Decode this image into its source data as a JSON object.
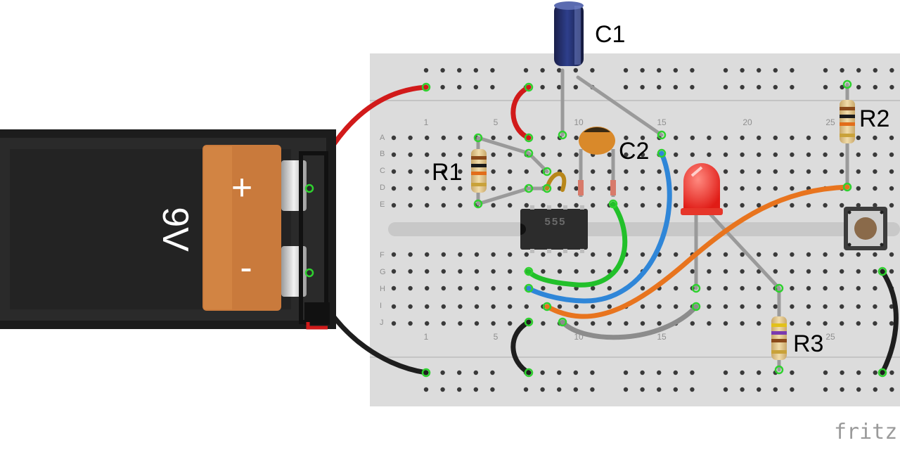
{
  "labels": {
    "c1": "C1",
    "c2": "C2",
    "r1": "R1",
    "r2": "R2",
    "r3": "R3"
  },
  "chip": {
    "label": "555"
  },
  "battery": {
    "label": "9V",
    "plus": "+",
    "minus": "-",
    "body_color": "#1c1c1c",
    "label_color": "#c97a3c"
  },
  "breadboard": {
    "column_numbers": [
      "1",
      "5",
      "10",
      "15",
      "20",
      "25"
    ],
    "rows_top": [
      "A",
      "B",
      "C",
      "D",
      "E"
    ],
    "rows_bottom": [
      "F",
      "G",
      "H",
      "I",
      "J"
    ],
    "bottom_column_numbers": [
      "1",
      "5",
      "10",
      "15",
      "25"
    ]
  },
  "wires": {
    "red": "#d11a1a",
    "black": "#1e1e1e",
    "green": "#22c02a",
    "blue": "#2f86d8",
    "orange": "#e8741e",
    "grey": "#8c8c8c"
  },
  "watermark": "fritz"
}
